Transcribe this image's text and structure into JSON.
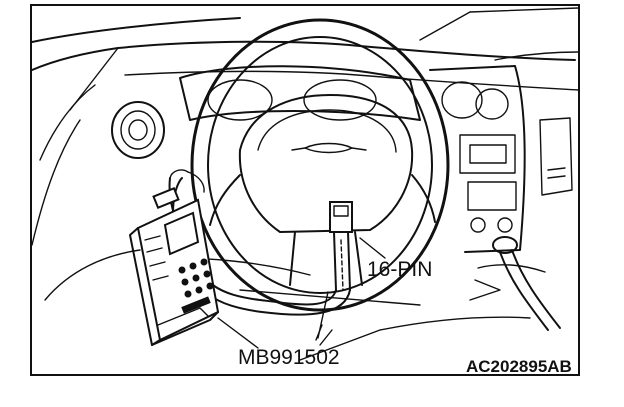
{
  "labels": {
    "connector": "16-PIN",
    "tester_cable": "MB991502",
    "figure_code": "AC202895AB"
  }
}
